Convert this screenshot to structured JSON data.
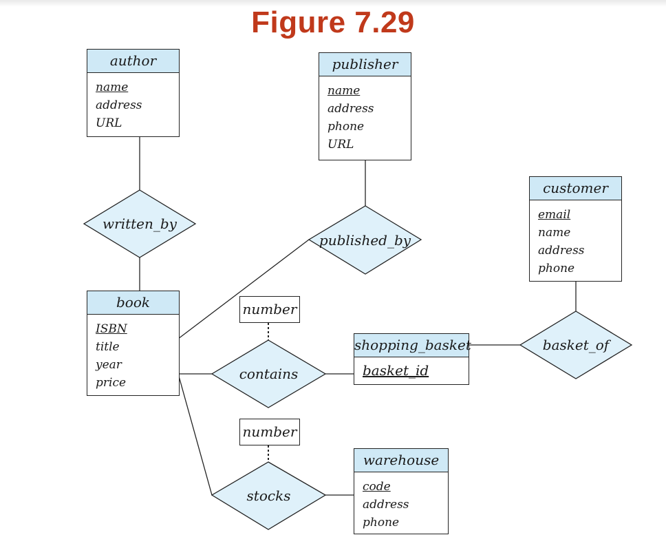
{
  "title": "Figure 7.29",
  "entities": {
    "author": {
      "name": "author",
      "attributes": [
        {
          "text": "name",
          "key": true
        },
        {
          "text": "address",
          "key": false
        },
        {
          "text": "URL",
          "key": false
        }
      ]
    },
    "publisher": {
      "name": "publisher",
      "attributes": [
        {
          "text": "name",
          "key": true
        },
        {
          "text": "address",
          "key": false
        },
        {
          "text": "phone",
          "key": false
        },
        {
          "text": "URL",
          "key": false
        }
      ]
    },
    "customer": {
      "name": "customer",
      "attributes": [
        {
          "text": "email",
          "key": true
        },
        {
          "text": "name",
          "key": false
        },
        {
          "text": "address",
          "key": false
        },
        {
          "text": "phone",
          "key": false
        }
      ]
    },
    "book": {
      "name": "book",
      "attributes": [
        {
          "text": "ISBN",
          "key": true
        },
        {
          "text": "title",
          "key": false
        },
        {
          "text": "year",
          "key": false
        },
        {
          "text": "price",
          "key": false
        }
      ]
    },
    "shopping_basket": {
      "name": "shopping_basket",
      "attributes": [
        {
          "text": "basket_id",
          "key": true
        }
      ]
    },
    "warehouse": {
      "name": "warehouse",
      "attributes": [
        {
          "text": "code",
          "key": true
        },
        {
          "text": "address",
          "key": false
        },
        {
          "text": "phone",
          "key": false
        }
      ]
    }
  },
  "relationships": {
    "written_by": "written_by",
    "published_by": "published_by",
    "basket_of": "basket_of",
    "contains": "contains",
    "stocks": "stocks"
  },
  "relationship_attributes": {
    "contains": "number",
    "stocks": "number"
  },
  "colors": {
    "title": "#c0391b",
    "entity_header": "#cfe9f6",
    "relationship_fill": "#dff1fa",
    "line": "#222222"
  }
}
